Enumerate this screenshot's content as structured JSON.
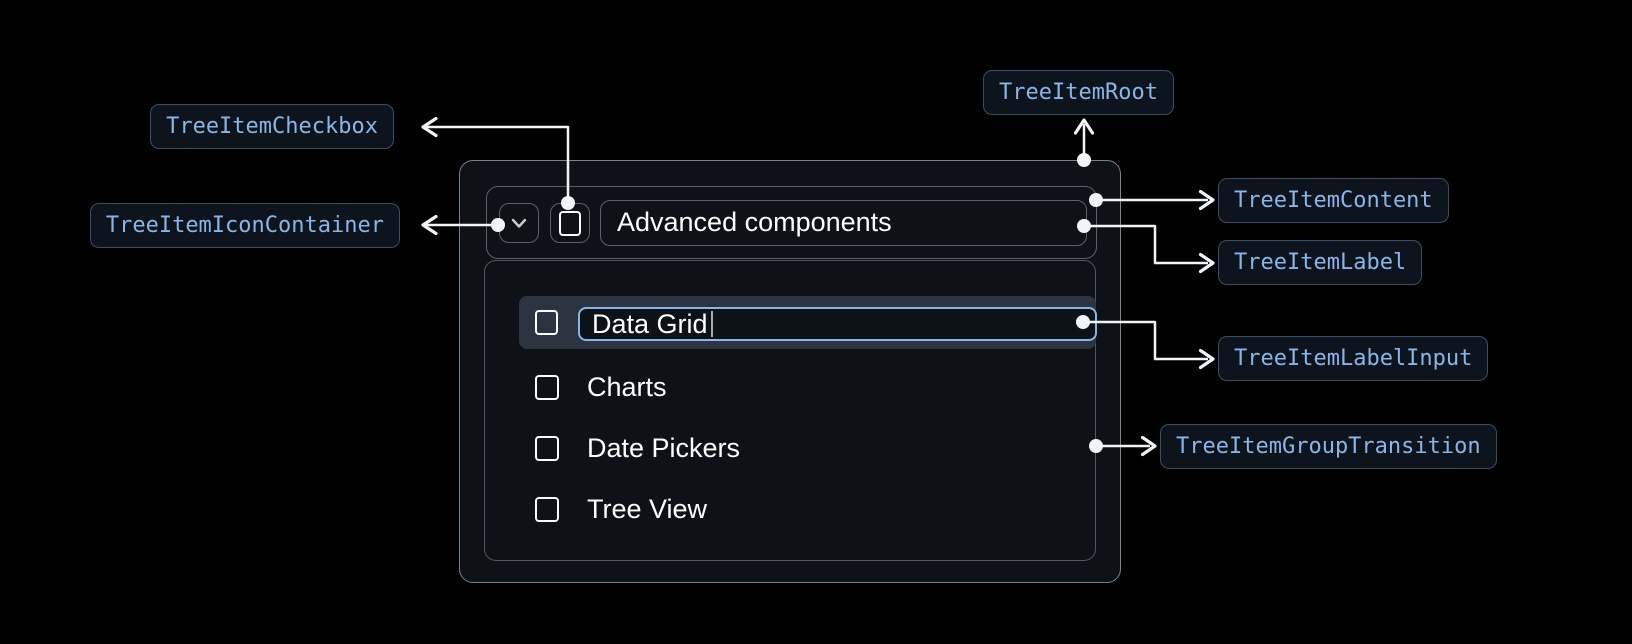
{
  "annotations": {
    "checkbox": "TreeItemCheckbox",
    "icon_container": "TreeItemIconContainer",
    "root": "TreeItemRoot",
    "content": "TreeItemContent",
    "label": "TreeItemLabel",
    "label_input": "TreeItemLabelInput",
    "group_transition": "TreeItemGroupTransition"
  },
  "tree": {
    "parent": {
      "label": "Advanced components",
      "expanded": true,
      "checkbox_checked": false
    },
    "editing_item": {
      "value": "Data Grid",
      "checkbox_checked": false,
      "selected": true
    },
    "children": [
      {
        "label": "Charts",
        "checkbox_checked": false
      },
      {
        "label": "Date Pickers",
        "checkbox_checked": false
      },
      {
        "label": "Tree View",
        "checkbox_checked": false
      }
    ]
  },
  "colors": {
    "page_bg": "#000000",
    "panel_bg": "#0e1218",
    "panel_border": "#7b828b",
    "inner_border": "#5a616b",
    "chip_bg": "#0d141d",
    "chip_border": "#3e4e5e",
    "chip_text": "#8ab5e6",
    "connector": "#f2f5f8",
    "selected_row_bg": "#2b3440",
    "input_border": "#8ab4e4",
    "item_text": "#ffffff"
  }
}
